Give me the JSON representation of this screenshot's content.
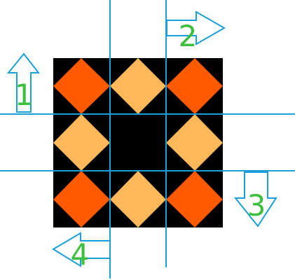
{
  "puzzle": {
    "grid": {
      "rows": 3,
      "cols": 3,
      "background_color": "#000000",
      "tiles": [
        [
          "dark-orange",
          "light-orange",
          "dark-orange"
        ],
        [
          "light-orange",
          "empty",
          "light-orange"
        ],
        [
          "dark-orange",
          "light-orange",
          "dark-orange"
        ]
      ]
    },
    "colors": {
      "dark-orange": "#ff5a00",
      "light-orange": "#ffb85a",
      "empty": "#000000",
      "line": "#1a9fd8",
      "arrow_outline": "#1a9fd8",
      "number": "#3cbf3c"
    },
    "arrows": [
      {
        "label": "1",
        "direction": "up",
        "icon": "arrow-up-outline-icon"
      },
      {
        "label": "2",
        "direction": "right",
        "icon": "arrow-right-outline-icon"
      },
      {
        "label": "3",
        "direction": "down",
        "icon": "arrow-down-outline-icon"
      },
      {
        "label": "4",
        "direction": "left",
        "icon": "arrow-left-outline-icon"
      }
    ]
  }
}
